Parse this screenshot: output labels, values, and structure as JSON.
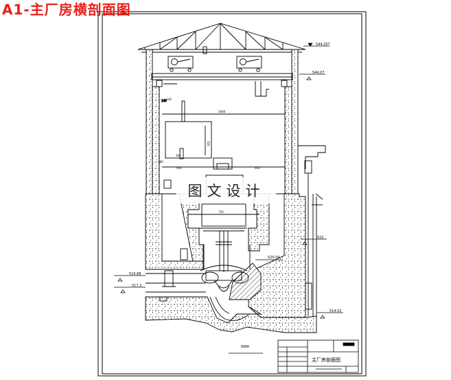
{
  "header": {
    "title": "A1-主厂房横剖面图"
  },
  "watermark": {
    "text": "图文设计"
  },
  "colors": {
    "title": "#e8201c",
    "line": "#000000",
    "paper": "#ffffff"
  },
  "dimensions": {
    "span_total": "1800",
    "left_offset": "900",
    "right_offset": "900",
    "unit_width": "720",
    "small_a": "140",
    "small_b": "380",
    "small_c": "360",
    "small_d": "320"
  },
  "elevations": {
    "roof": "544.257",
    "crane_rail": "544.07",
    "generator_floor": "522",
    "turbine_floor": "516.88",
    "draft_tube_inlet": "517.2",
    "tailwater": "514.52",
    "spiral_case": "520.04"
  },
  "title_block": {
    "drawing_name": "主厂房剖面图"
  }
}
